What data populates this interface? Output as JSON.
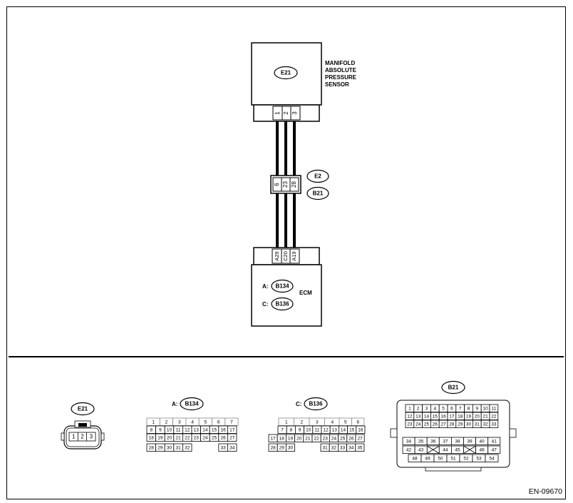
{
  "sensor": {
    "code": "E21",
    "name_lines": [
      "MANIFOLD",
      "ABSOLUTE",
      "PRESSURE",
      "SENSOR"
    ],
    "pins": [
      "1",
      "2",
      "3"
    ]
  },
  "joint": {
    "codes": [
      "E2",
      "B21"
    ],
    "pins": [
      "6",
      "23",
      "28"
    ]
  },
  "ecm": {
    "name": "ECM",
    "pins": [
      "A29",
      "C20",
      "A19"
    ],
    "connectors": [
      {
        "prefix": "A:",
        "code": "B134"
      },
      {
        "prefix": "C:",
        "code": "B136"
      }
    ]
  },
  "connectors": {
    "e21": {
      "label": "E21",
      "pins": [
        "1",
        "2",
        "3"
      ]
    },
    "b134": {
      "prefix": "A:",
      "label": "B134",
      "rows": [
        [
          "1",
          "2",
          "3",
          "4",
          "5",
          "6",
          "7"
        ],
        [
          "8",
          "9",
          "10",
          "11",
          "12",
          "13",
          "14",
          "15",
          "16",
          "17"
        ],
        [
          "18",
          "19",
          "20",
          "21",
          "22",
          "23",
          "24",
          "25",
          "26",
          "27"
        ],
        [
          "28",
          "29",
          "30",
          "31",
          "32",
          "33",
          "34"
        ]
      ]
    },
    "b136": {
      "prefix": "C:",
      "label": "B136",
      "rows": [
        [
          "1",
          "2",
          "3",
          "4",
          "5",
          "6"
        ],
        [
          "7",
          "8",
          "9",
          "10",
          "11",
          "12",
          "13",
          "14",
          "15",
          "16"
        ],
        [
          "17",
          "18",
          "19",
          "20",
          "21",
          "22",
          "23",
          "24",
          "25",
          "26",
          "27"
        ],
        [
          "28",
          "29",
          "30",
          "31",
          "32",
          "33",
          "34",
          "35"
        ]
      ]
    },
    "b21": {
      "label": "B21",
      "rows": [
        [
          "1",
          "2",
          "3",
          "4",
          "5",
          "6",
          "7",
          "8",
          "9",
          "10",
          "11"
        ],
        [
          "12",
          "13",
          "14",
          "15",
          "16",
          "17",
          "18",
          "19",
          "20",
          "21",
          "22"
        ],
        [
          "23",
          "24",
          "25",
          "26",
          "27",
          "28",
          "29",
          "30",
          "31",
          "32",
          "33"
        ],
        [
          "34",
          "35",
          "36",
          "37",
          "38",
          "39",
          "40",
          "41"
        ],
        [
          "42",
          "43",
          "44",
          "45",
          "46",
          "47"
        ],
        [
          "48",
          "49",
          "50",
          "51",
          "52",
          "53",
          "54"
        ]
      ]
    }
  },
  "footer": {
    "code": "EN-09670"
  }
}
